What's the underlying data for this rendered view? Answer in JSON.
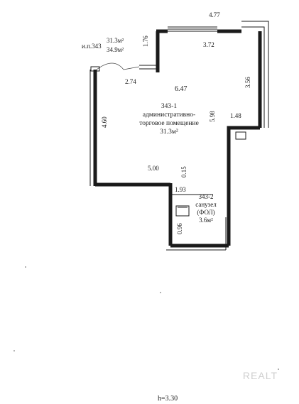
{
  "unit_label": {
    "code": "и.п.343",
    "area_main": "31.3м²",
    "area_total": "34.9м²"
  },
  "rooms": [
    {
      "id": "343-1",
      "line1": "административно-",
      "line2": "торговое помещение",
      "area": "31.3м²"
    },
    {
      "id": "343-2",
      "line1": "санузел",
      "line2": "(ФОЛ)",
      "area": "3.6м²"
    }
  ],
  "dimensions": {
    "top_outer": "4.77",
    "top_inner": "3.72",
    "wing_height": "1.76",
    "right_upper": "3.56",
    "hall_width": "6.47",
    "entry_width": "2.74",
    "left_height": "4.60",
    "inner_height": "5.98",
    "step_width": "1.48",
    "bottom_width": "5.00",
    "small_offset": "0.15",
    "wc_width": "1.93",
    "wc_depth": "0.96"
  },
  "ceiling_height": "h=3.30",
  "watermark": "REALT"
}
